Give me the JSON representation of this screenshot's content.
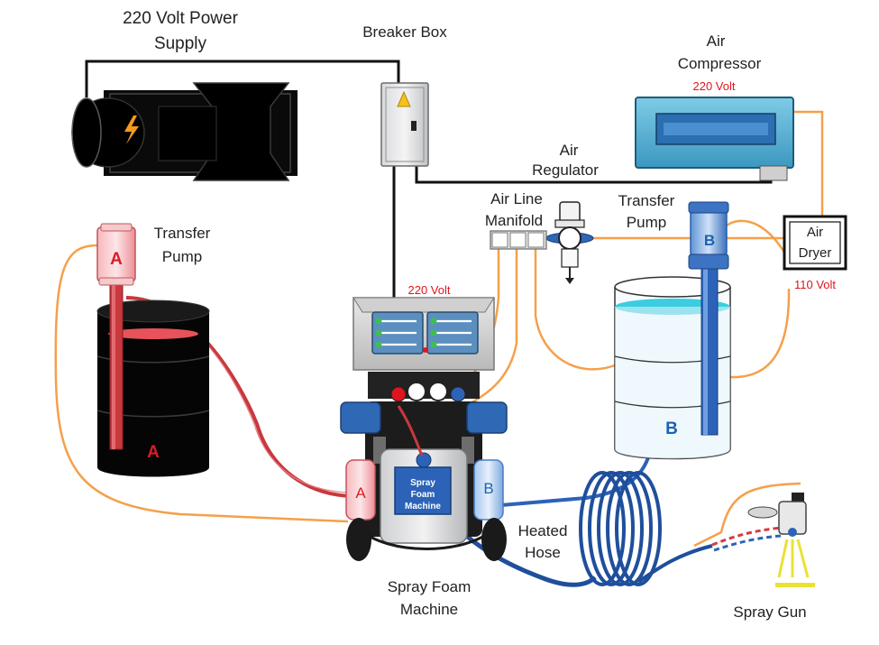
{
  "labels": {
    "power_supply_line1": "220 Volt Power",
    "power_supply_line2": "Supply",
    "breaker_box": "Breaker Box",
    "air_compressor_line1": "Air",
    "air_compressor_line2": "Compressor",
    "compressor_voltage": "220 Volt",
    "air_regulator_line1": "Air",
    "air_regulator_line2": "Regulator",
    "air_line_manifold_line1": "Air Line",
    "air_line_manifold_line2": "Manifold",
    "transfer_pump_a_line1": "Transfer",
    "transfer_pump_a_line2": "Pump",
    "transfer_pump_b_line1": "Transfer",
    "transfer_pump_b_line2": "Pump",
    "air_dryer_line1": "Air",
    "air_dryer_line2": "Dryer",
    "dryer_voltage": "110 Volt",
    "machine_voltage": "220 Volt",
    "heated_hose_line1": "Heated",
    "heated_hose_line2": "Hose",
    "spray_foam_machine_line1": "Spray Foam",
    "spray_foam_machine_line2": "Machine",
    "spray_gun": "Spray Gun",
    "machine_screen_line1": "Spray",
    "machine_screen_line2": "Foam",
    "machine_screen_line3": "Machine",
    "pump_a_letter": "A",
    "drum_a_letter": "A",
    "pump_b_letter": "B",
    "drum_b_letter": "B",
    "machine_a_letter": "A",
    "machine_b_letter": "B"
  },
  "colors": {
    "air_line": "#f5a04a",
    "power_line": "#111111",
    "side_a": "#c8383d",
    "side_b": "#2c63b8",
    "hose_blue": "#1f4f9c",
    "voltage_text": "#e0141e",
    "compressor_body": "#5bb4d4",
    "tank_liquid": "#3ccde0"
  }
}
